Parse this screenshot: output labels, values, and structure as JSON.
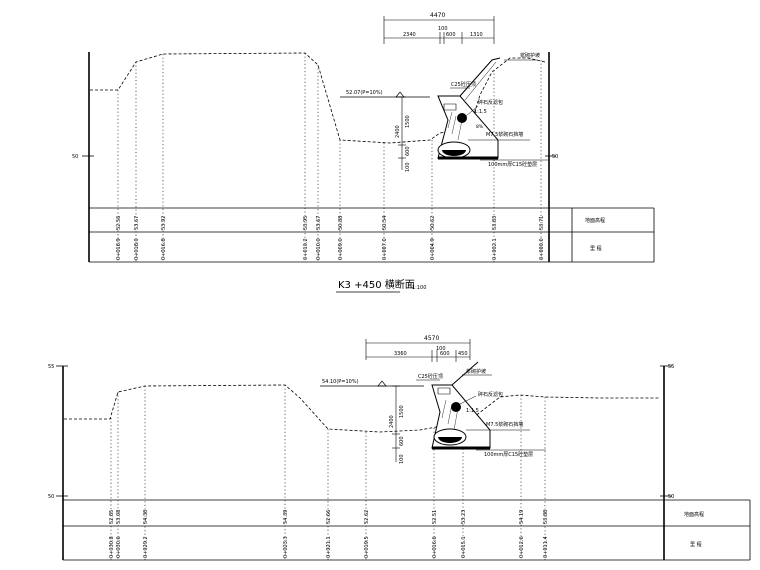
{
  "sections": [
    {
      "id": "top",
      "title": "K3 +450 横断面",
      "scale": "1:100",
      "elev_marks": [
        "50",
        "50"
      ],
      "dims_top": [
        "4470",
        "100",
        "2340",
        "600",
        "1310"
      ],
      "dims_vert": [
        "2400",
        "1500",
        "600",
        "100"
      ],
      "labels": [
        "C25砼压顶",
        "52.07(P=10%)",
        "8%",
        "浆砌护坡",
        "M7.5浆砌石挡墙",
        "100mm厚C15砼垫层",
        "碎石反滤包",
        "1:1.5"
      ],
      "profile_elev": [
        "52.56",
        "53.67",
        "53.92",
        "53.95",
        "53.67",
        "50.88",
        "50.54",
        "50.62",
        "53.83",
        "53.71"
      ],
      "profile_dist": [
        "0+018.9",
        "0+018.0",
        "0+016.8",
        "0+010.2",
        "0+010.0",
        "0+009.0",
        "0+007.0",
        "0+004.9",
        "0+002.1",
        "0+000.0"
      ],
      "legend": [
        "地面高程",
        "里 程"
      ]
    },
    {
      "id": "bottom",
      "elev_marks": [
        "55",
        "50",
        "55",
        "50"
      ],
      "dims_top": [
        "4570",
        "100",
        "3360",
        "600",
        "450"
      ],
      "dims_vert": [
        "2400",
        "1500",
        "600",
        "100"
      ],
      "labels": [
        "C25砼压顶",
        "54.10(P=10%)",
        "浆砌护坡",
        "碎石反滤包",
        "M7.5浆砌石挡墙",
        "100mm厚C15砼垫层",
        "1:1.5"
      ],
      "profile_elev": [
        "52.85",
        "53.08",
        "54.38",
        "54.39",
        "52.66",
        "52.62",
        "52.51",
        "53.23",
        "54.19",
        "53.88"
      ],
      "profile_dist": [
        "0+030.8",
        "0+030.6",
        "0+029.2",
        "0+023.3",
        "0+021.1",
        "0+019.5",
        "0+016.6",
        "0+015.1",
        "0+012.6",
        "0+011.4"
      ],
      "legend": [
        "地面高程",
        "里 程"
      ]
    }
  ]
}
